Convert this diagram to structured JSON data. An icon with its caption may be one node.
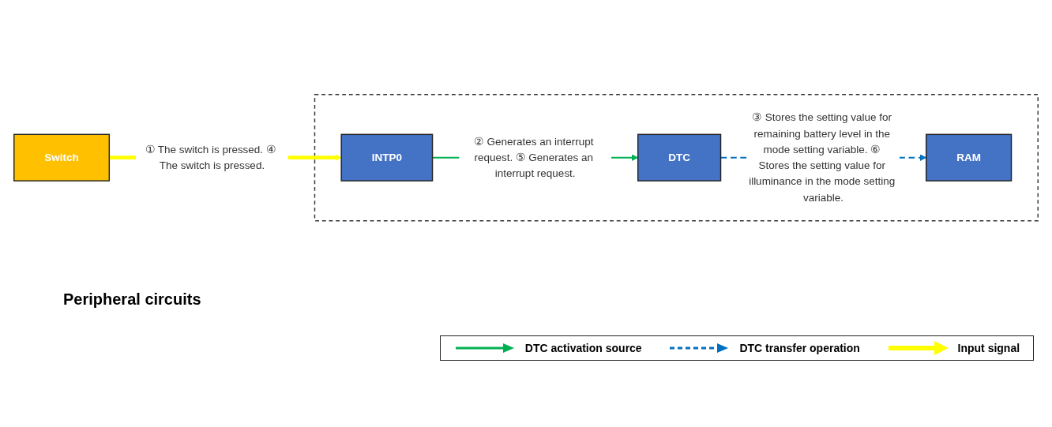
{
  "diagram": {
    "nodes": [
      {
        "text": [],
        "shape": "box"
      },
      {
        "text": [
          "Switch"
        ]
      },
      {
        "text": [
          "INTP0"
        ],
        "in": 0
      },
      {
        "text": [
          "DTC"
        ],
        "in": 0
      },
      {
        "text": [
          "RAM"
        ],
        "in": 0
      }
    ],
    "edges": [
      {
        "from": 1,
        "to": 2,
        "arrow": "to",
        "style": "thick",
        "color": "#ffff00",
        "label": "① The switch is pressed. ④ The switch is pressed."
      },
      {
        "from": 2,
        "to": 3,
        "arrow": "to",
        "color": "#00b050",
        "label": "② Generates an interrupt request. ⑤ Generates an interrupt request."
      },
      {
        "from": 3,
        "to": 4,
        "arrow": "to",
        "style": "dashed",
        "color": "#0070c0",
        "label": "③ Stores the setting value for remaining battery level in the mode setting variable. ⑥ Stores the setting value for illuminance in the mode setting variable."
      }
    ],
    "labels": [
      "Peripheral circuits"
    ],
    "legend": [
      {
        "text": "DTC activation source"
      },
      {
        "text": "DTC transfer operation"
      },
      {
        "text": "Input signal"
      }
    ]
  }
}
